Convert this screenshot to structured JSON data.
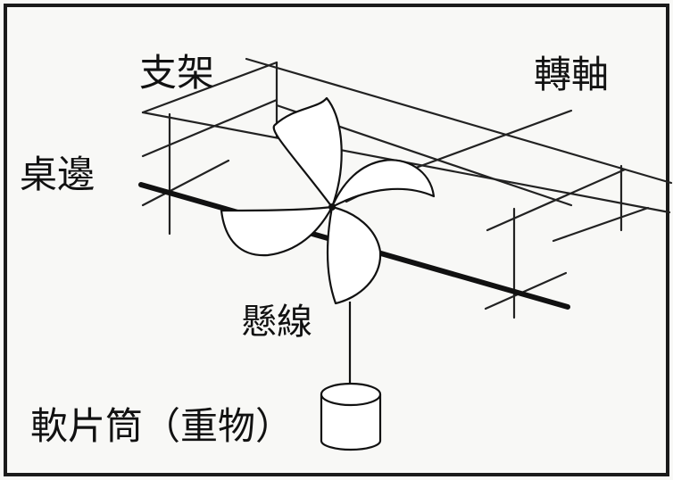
{
  "labels": {
    "support": "支架",
    "axle": "轉軸",
    "table_edge": "桌邊",
    "string": "懸線",
    "weight": "軟片筒（重物）"
  }
}
